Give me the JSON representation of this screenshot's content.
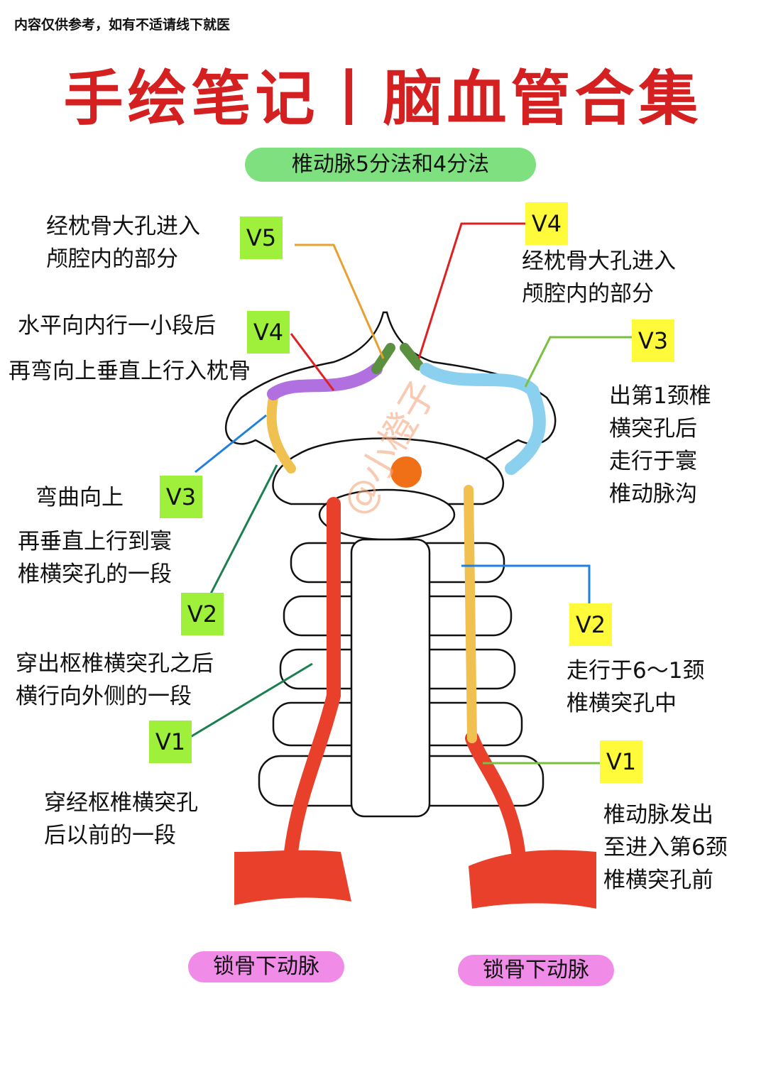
{
  "disclaimer": "内容仅供参考，如有不适请线下就医",
  "title": "手绘笔记丨脑血管合集",
  "subtitle": "椎动脉5分法和4分法",
  "watermark": "@小橙子",
  "left": {
    "v5": {
      "tag": "V5",
      "text": "经枕骨大孔进入\n颅腔内的部分"
    },
    "v4": {
      "tag": "V4",
      "line1": "水平向内行一小段后",
      "line2": "再弯向上垂直上行入枕骨"
    },
    "v3": {
      "tag": "V3",
      "line1": "弯曲向上",
      "line2": "再垂直上行到寰\n椎横突孔的一段"
    },
    "v2": {
      "tag": "V2",
      "text": "穿出枢椎横突孔之后\n横行向外侧的一段"
    },
    "v1": {
      "tag": "V1",
      "text": "穿经枢椎横突孔\n后以前的一段"
    }
  },
  "right": {
    "v4": {
      "tag": "V4",
      "text": "经枕骨大孔进入\n颅腔内的部分"
    },
    "v3": {
      "tag": "V3",
      "text": "出第1颈椎\n横突孔后\n走行于寰\n椎动脉沟"
    },
    "v2": {
      "tag": "V2",
      "text": "走行于6～1颈\n椎横突孔中"
    },
    "v1": {
      "tag": "V1",
      "text": "椎动脉发出\n至进入第6颈\n椎横突孔前"
    }
  },
  "bottom": {
    "left": "锁骨下动脉",
    "right": "锁骨下动脉"
  },
  "colors": {
    "artery": "#e8402a",
    "v5": "#e8a030",
    "v4": "#b070e0",
    "v3": "#8cd0f0",
    "v2": "#f0c050"
  }
}
